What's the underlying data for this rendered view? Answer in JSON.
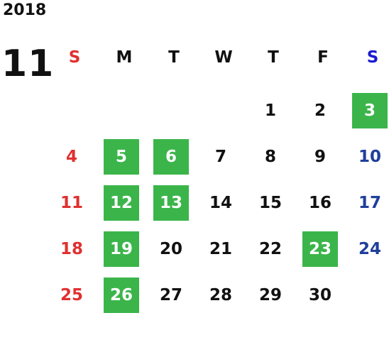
{
  "calendar": {
    "year": "2018",
    "month": "11",
    "weekdays": [
      "S",
      "M",
      "T",
      "W",
      "T",
      "F",
      "S"
    ],
    "colors": {
      "sunday": "#e03030",
      "saturday_header": "#1a1ad0",
      "saturday_date": "#1f3f9a",
      "highlight": "#3bb54a"
    },
    "weeks": [
      [
        {
          "day": "",
          "highlight": false
        },
        {
          "day": "",
          "highlight": false
        },
        {
          "day": "",
          "highlight": false
        },
        {
          "day": "",
          "highlight": false
        },
        {
          "day": "1",
          "highlight": false
        },
        {
          "day": "2",
          "highlight": false
        },
        {
          "day": "3",
          "highlight": true
        }
      ],
      [
        {
          "day": "4",
          "highlight": false
        },
        {
          "day": "5",
          "highlight": true
        },
        {
          "day": "6",
          "highlight": true
        },
        {
          "day": "7",
          "highlight": false
        },
        {
          "day": "8",
          "highlight": false
        },
        {
          "day": "9",
          "highlight": false
        },
        {
          "day": "10",
          "highlight": false
        }
      ],
      [
        {
          "day": "11",
          "highlight": false
        },
        {
          "day": "12",
          "highlight": true
        },
        {
          "day": "13",
          "highlight": true
        },
        {
          "day": "14",
          "highlight": false
        },
        {
          "day": "15",
          "highlight": false
        },
        {
          "day": "16",
          "highlight": false
        },
        {
          "day": "17",
          "highlight": false
        }
      ],
      [
        {
          "day": "18",
          "highlight": false
        },
        {
          "day": "19",
          "highlight": true
        },
        {
          "day": "20",
          "highlight": false
        },
        {
          "day": "21",
          "highlight": false
        },
        {
          "day": "22",
          "highlight": false
        },
        {
          "day": "23",
          "highlight": true
        },
        {
          "day": "24",
          "highlight": false
        }
      ],
      [
        {
          "day": "25",
          "highlight": false
        },
        {
          "day": "26",
          "highlight": true
        },
        {
          "day": "27",
          "highlight": false
        },
        {
          "day": "28",
          "highlight": false
        },
        {
          "day": "29",
          "highlight": false
        },
        {
          "day": "30",
          "highlight": false
        },
        {
          "day": "",
          "highlight": false
        }
      ]
    ]
  }
}
